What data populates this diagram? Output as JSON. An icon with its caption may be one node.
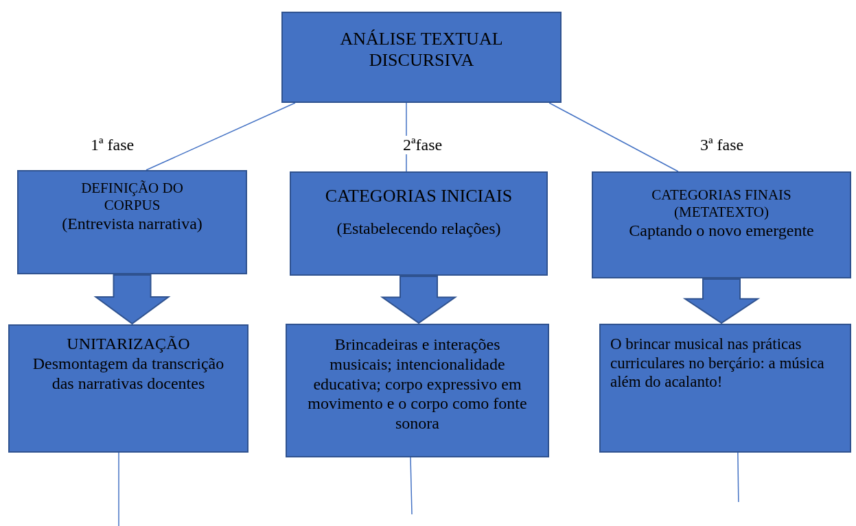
{
  "diagram": {
    "nodes": [
      {
        "text": [
          "ANÁLISE TEXTUAL DISCURSIVA"
        ]
      },
      {
        "text": [
          "DEFINIÇÃO DO CORPUS",
          "(Entrevista narrativa)"
        ]
      },
      {
        "text": [
          "CATEGORIAS INICIAIS",
          "(Estabelecendo relações)"
        ]
      },
      {
        "text": [
          "CATEGORIAS FINAIS (METATEXTO)",
          "Captando o novo emergente"
        ]
      },
      {
        "text": [
          "UNITARIZAÇÃO",
          "Desmontagem da transcrição das narrativas docentes"
        ]
      },
      {
        "text": [
          "Brincadeiras e interações musicais; intencionalidade educativa; corpo expressivo em movimento e o corpo como fonte sonora"
        ]
      },
      {
        "text": [
          "O brincar musical nas práticas curriculares no berçário: a música além do acalanto!"
        ]
      }
    ],
    "edges": [
      {
        "from": 0,
        "to": 1,
        "arrow": "none",
        "label": "1ª fase"
      },
      {
        "from": 0,
        "to": 2,
        "arrow": "none",
        "label": "2ªfase"
      },
      {
        "from": 0,
        "to": 3,
        "arrow": "none",
        "label": "3ª fase"
      },
      {
        "from": 1,
        "to": 4,
        "arrow": "to",
        "style": "thick"
      },
      {
        "from": 2,
        "to": 5,
        "arrow": "to",
        "style": "thick"
      },
      {
        "from": 3,
        "to": 6,
        "arrow": "to",
        "style": "thick"
      },
      {
        "from": 4,
        "to": null,
        "arrow": "none"
      },
      {
        "from": 5,
        "to": null,
        "arrow": "none"
      },
      {
        "from": 6,
        "to": null,
        "arrow": "none"
      }
    ]
  }
}
